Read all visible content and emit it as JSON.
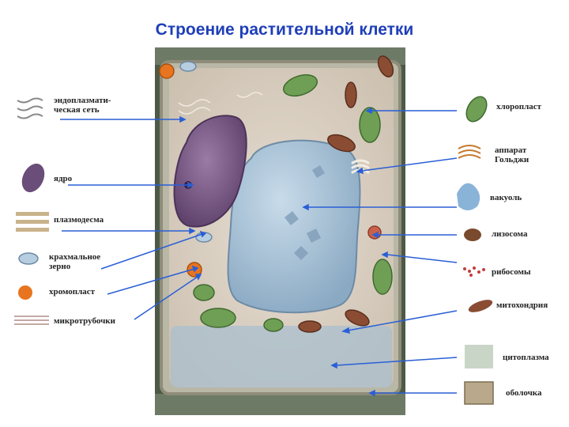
{
  "title": "Строение растительной клетки",
  "labels_left": [
    "эндоплазмати-\nческая сеть",
    "ядро",
    "плазмодесма",
    "крахмальное\nзерно",
    "хромопласт",
    "микротрубочки"
  ],
  "labels_right": [
    "хлоропласт",
    "аппарат\nГольджи",
    "вакуоль",
    "лизосома",
    "рибосомы",
    "митохондрия",
    "цитоплазма",
    "оболочка"
  ],
  "colors": {
    "title": "#1f3fb8",
    "pointer": "#2a5fd6",
    "cell_wall": "#b9b7a6",
    "cytoplasm": "#d8cfc4",
    "vacuole": "#9fb8cf",
    "nucleus": "#7a5a86",
    "chloroplast": "#6f9f55",
    "chromoplast": "#e8741f",
    "mitochondrion": "#8a4d33",
    "starch_grain": "#b7cde0",
    "dark_background": "#3e4a3b"
  }
}
